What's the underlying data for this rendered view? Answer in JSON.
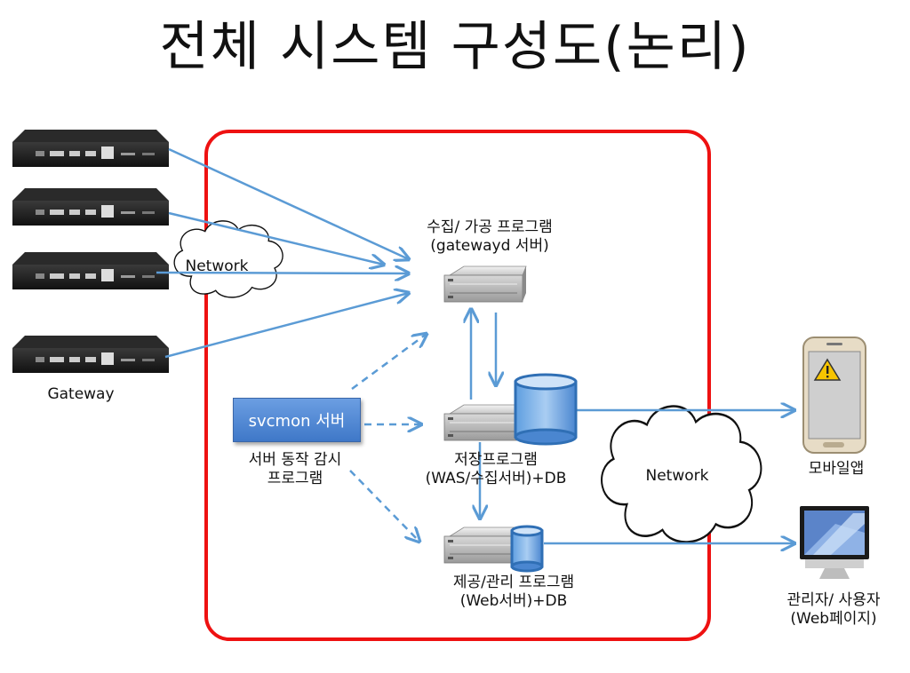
{
  "title": "전체 시스템 구성도(논리)",
  "labels": {
    "gateway": "Gateway",
    "network_left": "Network",
    "network_right": "Network",
    "collector_line1": "수집/ 가공 프로그램",
    "collector_line2": "(gatewayd 서버)",
    "svcmon": "svcmon 서버",
    "monitor_line1": "서버 동작 감시",
    "monitor_line2": "프로그램",
    "storage_line1": "저장프로그램",
    "storage_line2": "(WAS/수집서버)+DB",
    "service_line1": "제공/관리 프로그램",
    "service_line2": "(Web서버)+DB",
    "mobile": "모바일앱",
    "admin_line1": "관리자/ 사용자",
    "admin_line2": "(Web페이지)"
  },
  "colors": {
    "boundary": "#ee1111",
    "arrow": "#5b9bd5",
    "db": "#4a8fd8",
    "svcmon": "#4a86d6"
  },
  "icons": [
    "gateway-device-icon",
    "cloud-icon",
    "server-icon",
    "database-icon",
    "smartphone-icon",
    "monitor-icon",
    "warning-icon"
  ]
}
